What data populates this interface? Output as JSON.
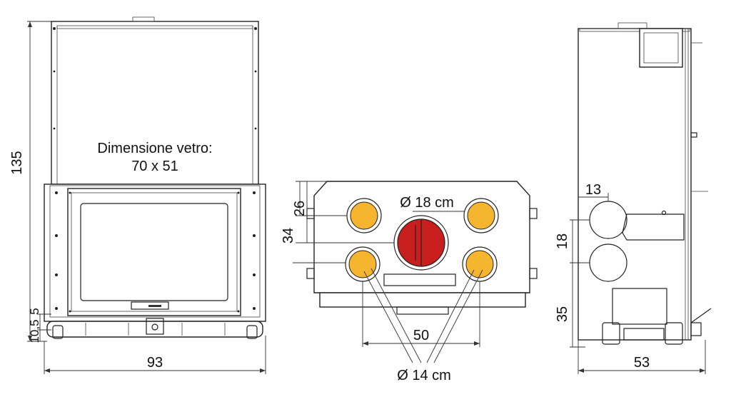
{
  "front_view": {
    "glass_label_line1": "Dimensione vetro:",
    "glass_label_line2": "70 x 51",
    "dim_height": "135",
    "dim_width": "93",
    "dim_foot_a": "10,5",
    "dim_foot_b": "5"
  },
  "top_view": {
    "flue_diameter": "Ø 18 cm",
    "duct_diameter": "Ø 14 cm",
    "dim_a": "26",
    "dim_b": "34",
    "dim_spacing": "50"
  },
  "side_view": {
    "dim_13": "13",
    "dim_18": "18",
    "dim_35": "35",
    "dim_depth": "53"
  },
  "colors": {
    "flue": "#c81e1e",
    "duct": "#f5b52e"
  }
}
